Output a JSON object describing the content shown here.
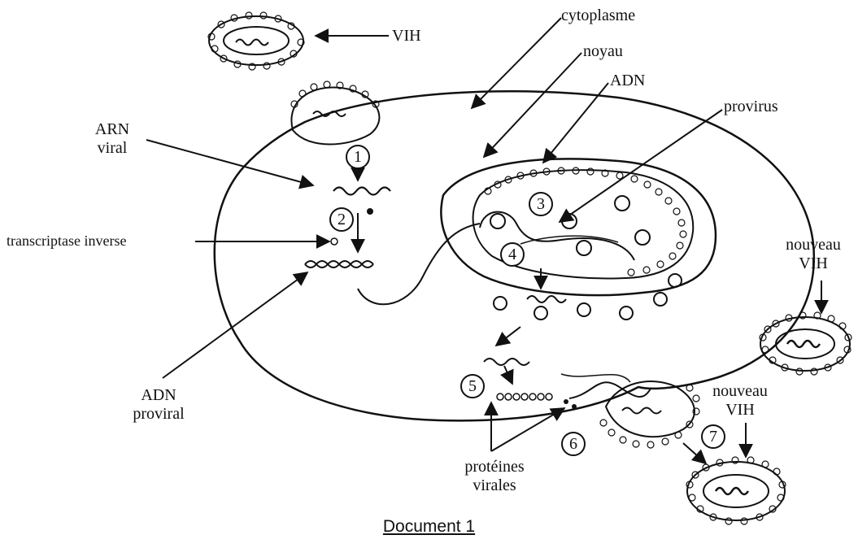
{
  "labels": {
    "vih": "VIH",
    "cytoplasme": "cytoplasme",
    "noyau": "noyau",
    "adn": "ADN",
    "provirus": "provirus",
    "arn_viral_1": "ARN",
    "arn_viral_2": "viral",
    "transcriptase": "transcriptase inverse",
    "nouveau_vih_a_1": "nouveau",
    "nouveau_vih_a_2": "VIH",
    "adn_proviral_1": "ADN",
    "adn_proviral_2": "proviral",
    "nouveau_vih_b_1": "nouveau",
    "nouveau_vih_b_2": "VIH",
    "proteines_1": "protéines",
    "proteines_2": "virales"
  },
  "steps": [
    "1",
    "2",
    "3",
    "4",
    "5",
    "6",
    "7"
  ],
  "caption": "Document 1"
}
